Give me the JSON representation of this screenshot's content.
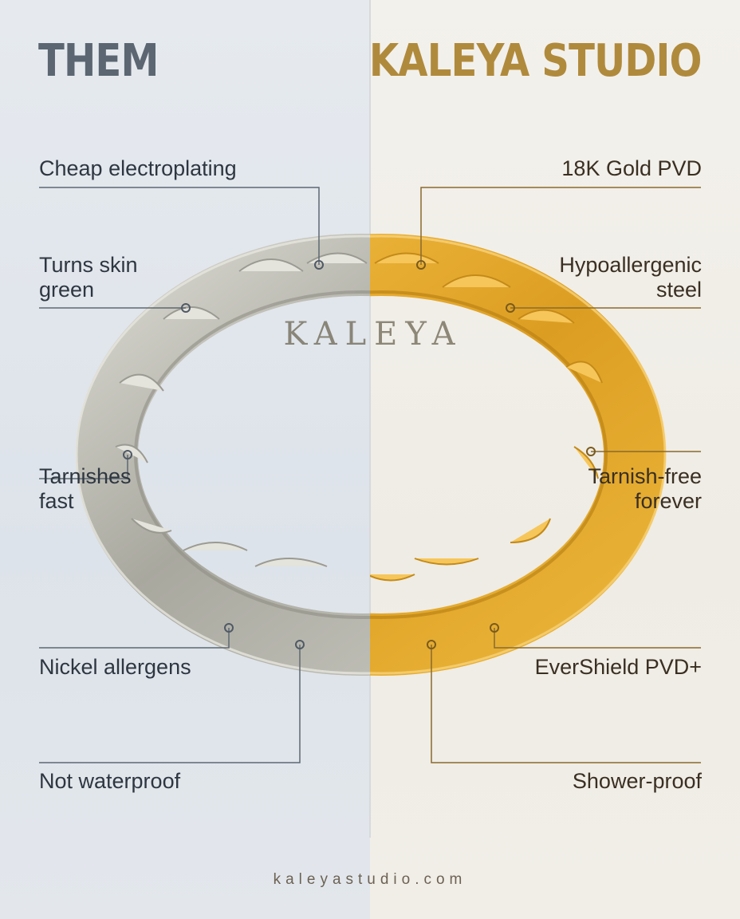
{
  "left": {
    "heading": "THEM",
    "labels": [
      "Cheap electroplating",
      "Turns skin green",
      "Tarnishes fast",
      "Nickel allergens",
      "Not waterproof"
    ],
    "color": "#5b6672"
  },
  "right": {
    "heading": "KALEYA STUDIO",
    "labels": [
      "18K Gold PVD",
      "Hypoallergenic steel",
      "Tarnish-free forever",
      "EverShield PVD+",
      "Shower-proof"
    ],
    "color": "#b08a3c"
  },
  "ring": {
    "engraving": "KALEYA",
    "left_finish": "#b8b7ae",
    "right_finish": "#e0a62c"
  },
  "footer": "kaleyastudio.com"
}
